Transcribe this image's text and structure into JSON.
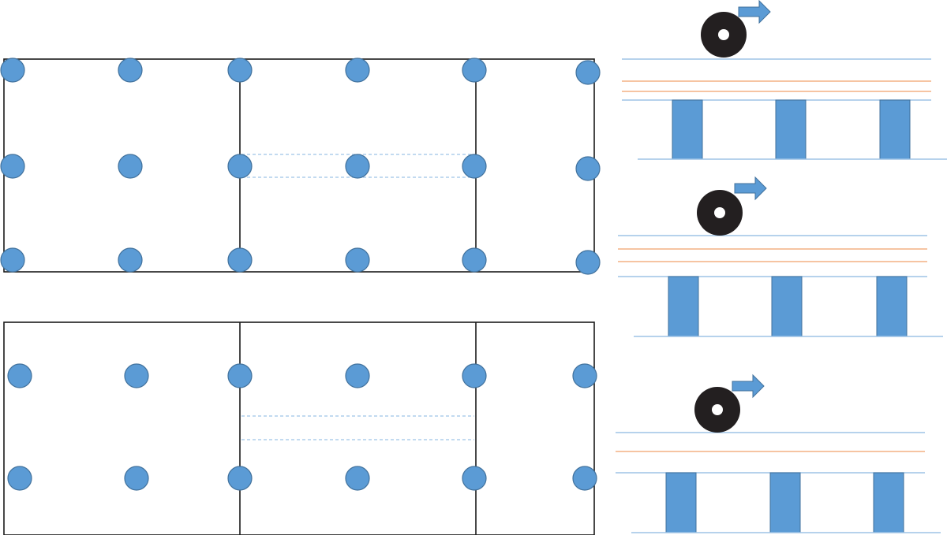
{
  "colors": {
    "frame": "#1a1a1a",
    "column": "#5b9bd5",
    "column_stroke": "#41719c",
    "beam_line": "#9dc3e6",
    "sensor_line": "#f4b183",
    "wheel": "#231f20",
    "wheel_hub": "#ffffff",
    "arrow": "#5b9bd5",
    "dashed": "#9dc3e6"
  },
  "plans": [
    {
      "name": "plan-three-rows",
      "rows": 3,
      "columns": 6,
      "bays": 3,
      "dashed_band_in_middle_bay": true
    },
    {
      "name": "plan-two-rows",
      "rows": 2,
      "columns": 6,
      "bays": 3,
      "dashed_band_in_middle_bay": true
    }
  ],
  "sections": [
    {
      "name": "section-a",
      "sensor_lines": 2,
      "piers": 3,
      "wheel_icon": "wheel-icon",
      "arrow_icon": "right-arrow-icon"
    },
    {
      "name": "section-b",
      "sensor_lines": 2,
      "piers": 3,
      "wheel_icon": "wheel-icon",
      "arrow_icon": "right-arrow-icon"
    },
    {
      "name": "section-c",
      "sensor_lines": 1,
      "piers": 3,
      "wheel_icon": "wheel-icon",
      "arrow_icon": "right-arrow-icon"
    }
  ]
}
